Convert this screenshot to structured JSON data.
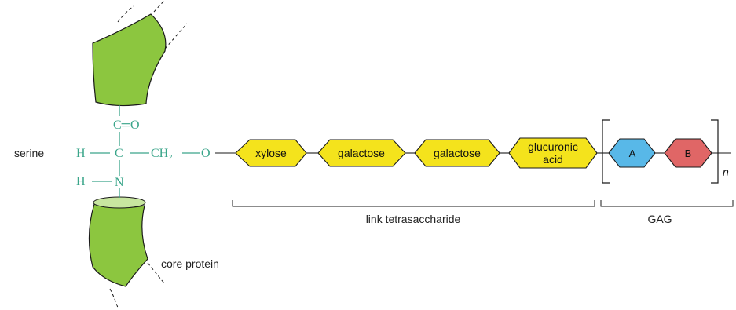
{
  "labels": {
    "serine": "serine",
    "core_protein": "core protein",
    "link": "link tetrasaccharide",
    "gag": "GAG",
    "n": "n"
  },
  "chemistry": {
    "carbonyl": "C═O",
    "h1": "H",
    "c_alpha": "C",
    "ch2": "CH₂",
    "o": "O",
    "h2": "H",
    "n_atom": "N"
  },
  "sugars": {
    "s1": "xylose",
    "s2": "galactose",
    "s3": "galactose",
    "s4_line1": "glucuronic",
    "s4_line2": "acid"
  },
  "repeat": {
    "a": "A",
    "b": "B"
  },
  "colors": {
    "protein_fill": "#8cc63f",
    "protein_stroke": "#1a1a1a",
    "sugar_fill": "#f4e31c",
    "unit_a_fill": "#58b8e8",
    "unit_b_fill": "#e06666",
    "chem_text": "#3aa58a"
  }
}
